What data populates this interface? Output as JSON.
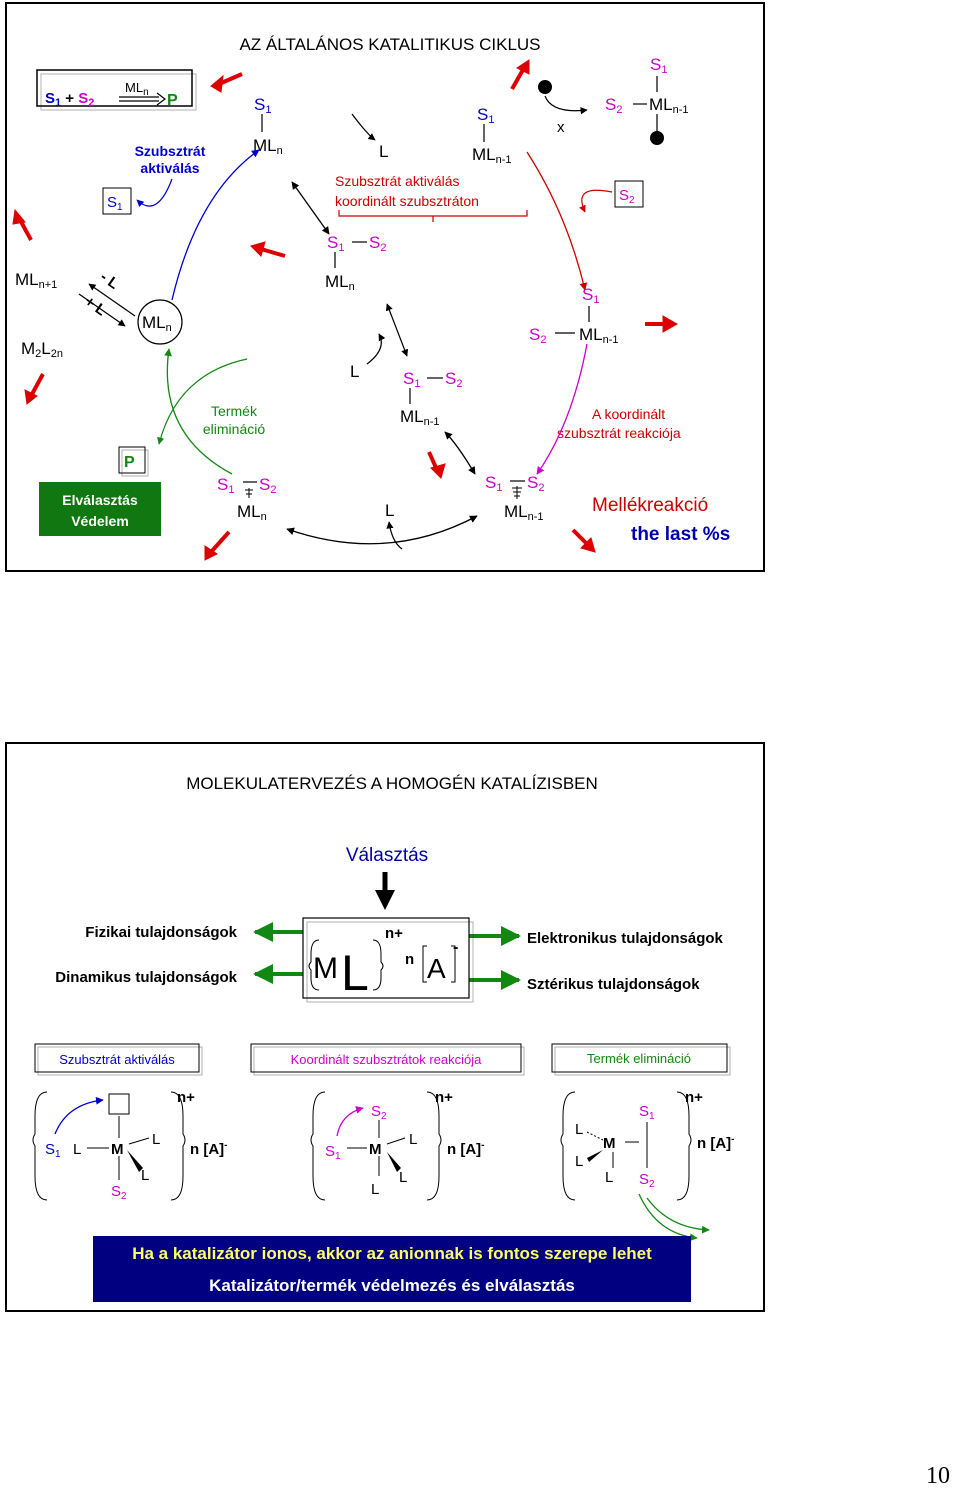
{
  "top_panel": {
    "title": "AZ ÁLTALÁNOS KATALITIKUS CIKLUS",
    "reaction_box": {
      "s1": "S",
      "s1_sub": "1",
      "plus": "+",
      "s2": "S",
      "s2_sub": "2",
      "arrow_label": "ML",
      "arrow_label_sub": "n",
      "product": "P"
    },
    "labels": {
      "substrate_activation": [
        "Szubsztrát",
        "aktiválás"
      ],
      "coord_activation": [
        "Szubsztrát aktiválás",
        "koordinált szubsztráton"
      ],
      "product_elimination": [
        "Termék",
        "elimináció"
      ],
      "coordinated_reaction": [
        "A koordinált",
        "szubsztrát reakciója"
      ],
      "separation": [
        "Elválasztás",
        "Védelem"
      ],
      "side_reaction": "Mellékreakció",
      "last_percent": "the last %s",
      "P": "P",
      "S2_box": "S",
      "S2_box_sub": "2",
      "S1_box": "S",
      "S1_box_sub": "1",
      "ML_center": "ML",
      "ML_center_sub": "n",
      "ML_n_plus_1": "ML",
      "ML_n_plus_1_sub": "n+1",
      "M2L2n": "M",
      "M2L2n_sub1": "2",
      "M2L2n_L": "L",
      "M2L2n_sub2": "2n",
      "minus_L": "- L",
      "plus_L": "+ L",
      "x_mark": "x"
    }
  },
  "bottom_panel": {
    "title": "MOLEKULATERVEZÉS A HOMOGÉN KATALÍZISBEN",
    "choice": "Választás",
    "left_props": [
      "Fizikai tulajdonságok",
      "Dinamikus tulajdonságok"
    ],
    "right_props": [
      "Elektronikus tulajdonságok",
      "Sztérikus tulajdonságok"
    ],
    "complex": {
      "M": "M",
      "L": "L",
      "charge": "n+",
      "n": "n",
      "A": "A",
      "minus": "-"
    },
    "boxes": [
      "Szubsztrát aktiválás",
      "Koordinált szubsztrátok reakciója",
      "Termék elimináció"
    ],
    "anion_label": "n [A]",
    "anion_minus": "-",
    "charge": "n+",
    "banner": [
      "Ha a katalizátor ionos, akkor az anionnak is fontos szerepe lehet",
      "Katalizátor/termék védelmezés és elválasztás"
    ]
  },
  "page_number": "10",
  "colors": {
    "magenta": "#cc00cc",
    "green": "#118811",
    "red": "#cc0000",
    "blue": "#0000cc",
    "navy": "#000080",
    "yellow": "#ffff66"
  }
}
